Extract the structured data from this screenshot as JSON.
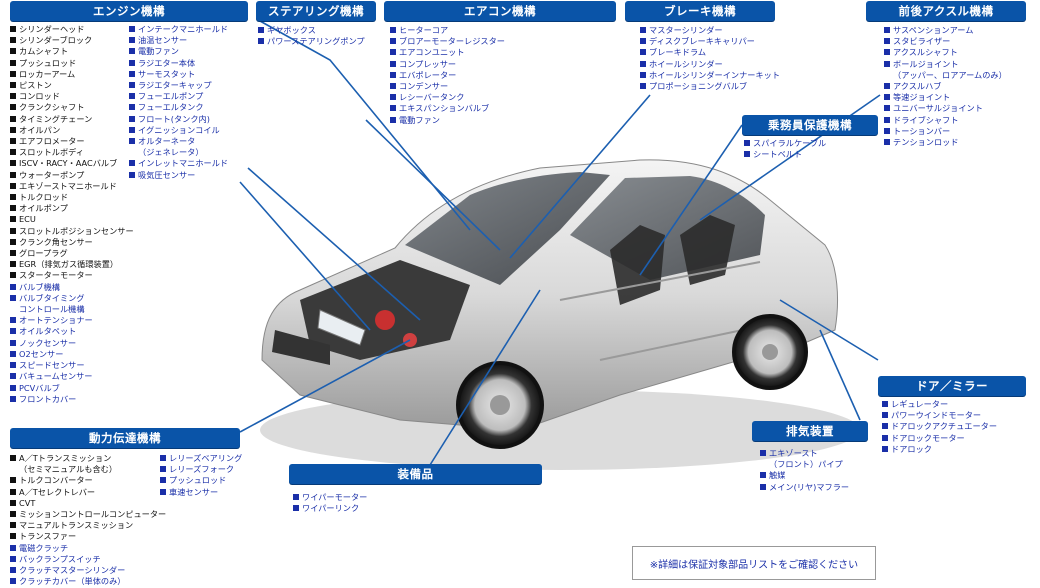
{
  "headers": {
    "engine": "エンジン機構",
    "steering": "ステアリング機構",
    "aircon": "エアコン機構",
    "brake": "ブレーキ機構",
    "axle": "前後アクスル機構",
    "occupant": "乗務員保護機構",
    "door": "ドア／ミラー",
    "exhaust": "排気装置",
    "drivetrain": "動力伝達機構",
    "equipment": "装備品"
  },
  "lists": {
    "engine_col1": [
      {
        "t": "シリンダーヘッド",
        "c": "dark"
      },
      {
        "t": "シリンダーブロック",
        "c": "dark"
      },
      {
        "t": "カムシャフト",
        "c": "dark"
      },
      {
        "t": "プッシュロッド",
        "c": "dark"
      },
      {
        "t": "ロッカーアーム",
        "c": "dark"
      },
      {
        "t": "ピストン",
        "c": "dark"
      },
      {
        "t": "コンロッド",
        "c": "dark"
      },
      {
        "t": "クランクシャフト",
        "c": "dark"
      },
      {
        "t": "タイミングチェーン",
        "c": "dark"
      },
      {
        "t": "オイルパン",
        "c": "dark"
      },
      {
        "t": "エアフロメーター",
        "c": "dark"
      },
      {
        "t": "スロットルボディ",
        "c": "dark"
      },
      {
        "t": "ISCV・RACY・AACバルブ",
        "c": "dark"
      },
      {
        "t": "ウォーターポンプ",
        "c": "dark"
      },
      {
        "t": "エキゾーストマニホールド",
        "c": "dark"
      },
      {
        "t": "トルクロッド",
        "c": "dark"
      },
      {
        "t": "オイルポンプ",
        "c": "dark"
      },
      {
        "t": "ECU",
        "c": "dark"
      },
      {
        "t": "スロットルポジションセンサー",
        "c": "dark"
      },
      {
        "t": "クランク角センサー",
        "c": "dark"
      },
      {
        "t": "グロープラグ",
        "c": "dark"
      },
      {
        "t": "EGR（排気ガス循環装置）",
        "c": "dark"
      },
      {
        "t": "スターターモーター",
        "c": "dark"
      },
      {
        "t": "バルブ機構",
        "c": "blue"
      },
      {
        "t": "バルブタイミング",
        "c": "blue"
      },
      {
        "t": "コントロール機構",
        "c": "blue",
        "sub": true
      },
      {
        "t": "オートテンショナー",
        "c": "blue"
      },
      {
        "t": "オイルタペット",
        "c": "blue"
      },
      {
        "t": "ノックセンサー",
        "c": "blue"
      },
      {
        "t": "O2センサー",
        "c": "blue"
      },
      {
        "t": "スピードセンサー",
        "c": "blue"
      },
      {
        "t": "バキュームセンサー",
        "c": "blue"
      },
      {
        "t": "PCVバルブ",
        "c": "blue"
      },
      {
        "t": "フロントカバー",
        "c": "blue"
      }
    ],
    "engine_col2": [
      {
        "t": "インテークマニホールド",
        "c": "blue"
      },
      {
        "t": "油温センサー",
        "c": "blue"
      },
      {
        "t": "電動ファン",
        "c": "blue"
      },
      {
        "t": "ラジエター本体",
        "c": "blue"
      },
      {
        "t": "サーモスタット",
        "c": "blue"
      },
      {
        "t": "ラジエターキャップ",
        "c": "blue"
      },
      {
        "t": "フューエルポンプ",
        "c": "blue"
      },
      {
        "t": "フューエルタンク",
        "c": "blue"
      },
      {
        "t": "フロート(タンク内)",
        "c": "blue"
      },
      {
        "t": "イグニッションコイル",
        "c": "blue"
      },
      {
        "t": "オルターネータ",
        "c": "blue"
      },
      {
        "t": "（ジェネレータ）",
        "c": "blue",
        "sub": true
      },
      {
        "t": "インレットマニホールド",
        "c": "blue"
      },
      {
        "t": "吸気圧センサー",
        "c": "blue"
      }
    ],
    "steering": [
      {
        "t": "ギヤボックス",
        "c": "blue"
      },
      {
        "t": "パワーステアリングポンプ",
        "c": "blue"
      }
    ],
    "aircon": [
      {
        "t": "ヒーターコア",
        "c": "blue"
      },
      {
        "t": "ブロアーモーターレジスター",
        "c": "blue"
      },
      {
        "t": "エアコンユニット",
        "c": "blue"
      },
      {
        "t": "コンプレッサー",
        "c": "blue"
      },
      {
        "t": "エバポレーター",
        "c": "blue"
      },
      {
        "t": "コンデンサー",
        "c": "blue"
      },
      {
        "t": "レシーバータンク",
        "c": "blue"
      },
      {
        "t": "エキスパンションバルブ",
        "c": "blue"
      },
      {
        "t": "電動ファン",
        "c": "blue"
      }
    ],
    "brake": [
      {
        "t": "マスターシリンダー",
        "c": "blue"
      },
      {
        "t": "ディスクブレーキキャリパー",
        "c": "blue"
      },
      {
        "t": "ブレーキドラム",
        "c": "blue"
      },
      {
        "t": "ホイールシリンダー",
        "c": "blue"
      },
      {
        "t": "ホイールシリンダーインナーキット",
        "c": "blue"
      },
      {
        "t": "プロポーショニングバルブ",
        "c": "blue"
      }
    ],
    "axle": [
      {
        "t": "サスペンションアーム",
        "c": "blue"
      },
      {
        "t": "スタビライザー",
        "c": "blue"
      },
      {
        "t": "アクスルシャフト",
        "c": "blue"
      },
      {
        "t": "ボールジョイント",
        "c": "blue"
      },
      {
        "t": "（アッパー、ロアアームのみ）",
        "c": "blue",
        "sub": true
      },
      {
        "t": "アクスルハブ",
        "c": "blue"
      },
      {
        "t": "等速ジョイント",
        "c": "blue"
      },
      {
        "t": "ユニバーサルジョイント",
        "c": "blue"
      },
      {
        "t": "ドライブシャフト",
        "c": "blue"
      },
      {
        "t": "トーションバー",
        "c": "blue"
      },
      {
        "t": "テンションロッド",
        "c": "blue"
      }
    ],
    "occupant": [
      {
        "t": "スパイラルケーブル",
        "c": "blue"
      },
      {
        "t": "シートベルト",
        "c": "blue"
      }
    ],
    "door": [
      {
        "t": "レギュレーター",
        "c": "blue"
      },
      {
        "t": "パワーウインドモーター",
        "c": "blue"
      },
      {
        "t": "ドアロックアクチュエーター",
        "c": "blue"
      },
      {
        "t": "ドアロックモーター",
        "c": "blue"
      },
      {
        "t": "ドアロック",
        "c": "blue"
      }
    ],
    "exhaust": [
      {
        "t": "エキゾースト",
        "c": "blue"
      },
      {
        "t": "（フロント）パイプ",
        "c": "blue",
        "sub": true
      },
      {
        "t": "触媒",
        "c": "blue"
      },
      {
        "t": "メイン(リヤ)マフラー",
        "c": "blue"
      }
    ],
    "drivetrain_col1": [
      {
        "t": "A／Tトランスミッション",
        "c": "dark"
      },
      {
        "t": "（セミマニュアルも含む）",
        "c": "dark",
        "sub": true
      },
      {
        "t": "トルクコンバーター",
        "c": "dark"
      },
      {
        "t": "A／Tセレクトレバー",
        "c": "dark"
      },
      {
        "t": "CVT",
        "c": "dark"
      },
      {
        "t": "ミッションコントロールコンピューター",
        "c": "dark"
      },
      {
        "t": "マニュアルトランスミッション",
        "c": "dark"
      },
      {
        "t": "トランスファー",
        "c": "dark"
      },
      {
        "t": "電磁クラッチ",
        "c": "blue"
      },
      {
        "t": "バックランプスイッチ",
        "c": "blue"
      },
      {
        "t": "クラッチマスターシリンダー",
        "c": "blue"
      },
      {
        "t": "クラッチカバー（単体のみ）",
        "c": "blue"
      }
    ],
    "drivetrain_col2": [
      {
        "t": "レリーズベアリング",
        "c": "blue"
      },
      {
        "t": "レリーズフォーク",
        "c": "blue"
      },
      {
        "t": "プッシュロッド",
        "c": "blue"
      },
      {
        "t": "車速センサー",
        "c": "blue"
      }
    ],
    "equipment": [
      {
        "t": "ワイパーモーター",
        "c": "blue"
      },
      {
        "t": "ワイパーリンク",
        "c": "blue"
      }
    ]
  },
  "note": "※詳細は保証対象部品リストをご確認ください",
  "colors": {
    "header_bg": "#0a54a8",
    "link_blue": "#1a2fa8",
    "leader": "#1c5fb0"
  }
}
